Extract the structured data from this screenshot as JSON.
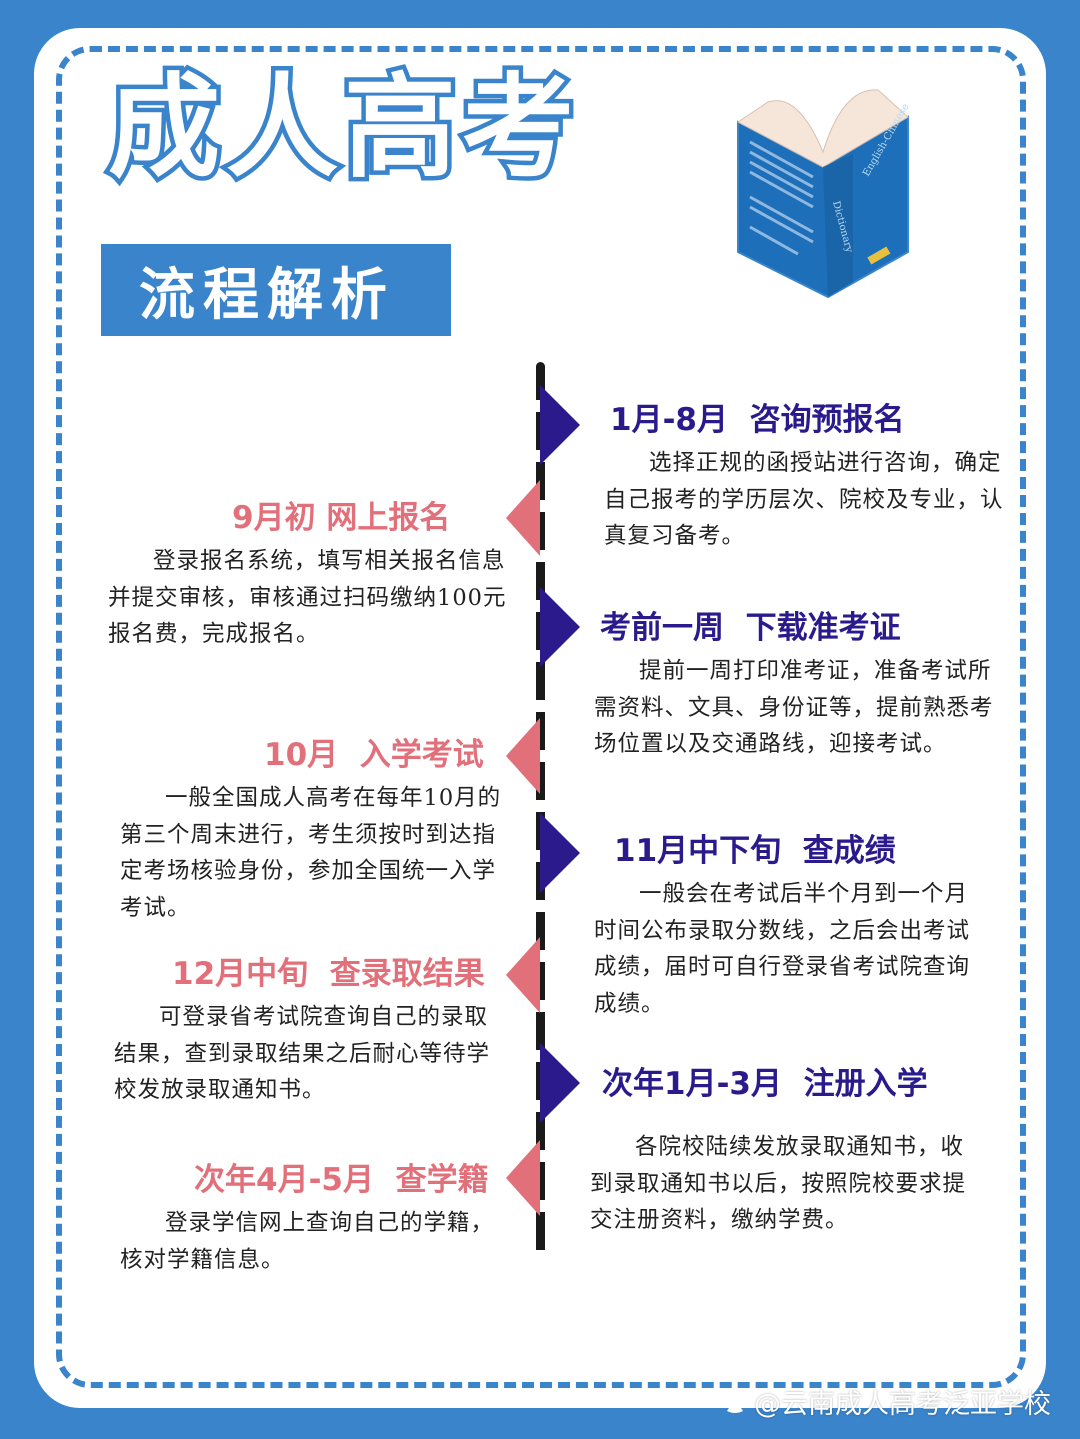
{
  "header": {
    "title": "成人高考",
    "subtitle": "流程解析",
    "illustration": "open-dictionary-book"
  },
  "colors": {
    "background": "#3a84cc",
    "card": "#ffffff",
    "right_accent": "#2a1a8c",
    "left_accent": "#e2707a",
    "timeline": "#1a1a1a"
  },
  "timeline": {
    "steps": [
      {
        "side": "right",
        "title": "1月-8月  咨询预报名",
        "body": "选择正规的函授站进行咨询，确定自己报考的学历层次、院校及专业，认真复习备考。"
      },
      {
        "side": "left",
        "title": "9月初 网上报名",
        "body": "登录报名系统，填写相关报名信息并提交审核，审核通过扫码缴纳100元报名费，完成报名。"
      },
      {
        "side": "right",
        "title": "考前一周  下载准考证",
        "body": "提前一周打印准考证，准备考试所需资料、文具、身份证等，提前熟悉考场位置以及交通路线，迎接考试。"
      },
      {
        "side": "left",
        "title": "10月  入学考试",
        "body": "一般全国成人高考在每年10月的第三个周末进行，考生须按时到达指定考场核验身份，参加全国统一入学考试。"
      },
      {
        "side": "right",
        "title": "11月中下旬  查成绩",
        "body": "一般会在考试后半个月到一个月时间公布录取分数线，之后会出考试成绩，届时可自行登录省考试院查询成绩。"
      },
      {
        "side": "left",
        "title": "12月中旬  查录取结果",
        "body": "可登录省考试院查询自己的录取结果，查到录取结果之后耐心等待学校发放录取通知书。"
      },
      {
        "side": "right",
        "title": "次年1月-3月  注册入学",
        "body": "各院校陆续发放录取通知书，收到录取通知书以后，按照院校要求提交注册资料，缴纳学费。"
      },
      {
        "side": "left",
        "title": "次年4月-5月  查学籍",
        "body": "登录学信网上查询自己的学籍，核对学籍信息。"
      }
    ]
  },
  "watermark": {
    "icon": "baidu-paw-icon",
    "text": "@云南成人高考泛亚学校"
  }
}
